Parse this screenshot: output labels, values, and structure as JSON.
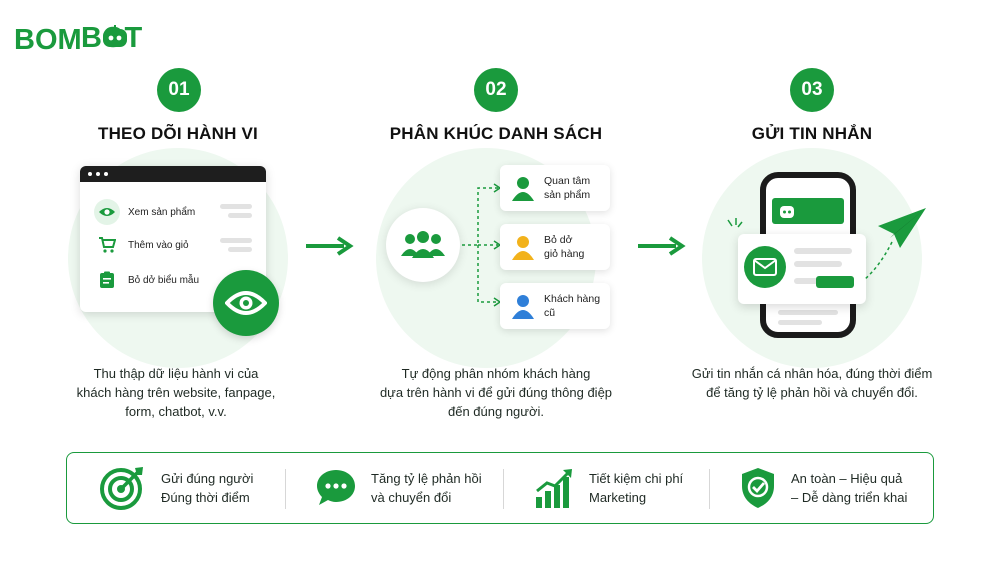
{
  "logo": {
    "text_left": "BOM",
    "text_right": "BOT"
  },
  "steps": [
    {
      "number": "01",
      "title": "THEO DÕI HÀNH VI",
      "description_lines": [
        "Thu thập dữ liệu hành vi của",
        "khách hàng trên website, fanpage,",
        "form, chatbot, v.v."
      ],
      "events": [
        {
          "icon": "eye-icon",
          "label": "Xem sản phẩm"
        },
        {
          "icon": "cart-icon",
          "label": "Thêm vào giỏ"
        },
        {
          "icon": "form-icon",
          "label": "Bỏ dở biểu mẫu"
        }
      ]
    },
    {
      "number": "02",
      "title": "PHÂN KHÚC DANH SÁCH",
      "description_lines": [
        "Tự động phân nhóm khách hàng",
        "dựa trên hành vi để gửi đúng thông điệp",
        "đến đúng người."
      ],
      "segments": [
        {
          "line1": "Quan tâm",
          "line2": "sản phẩm",
          "color": "#1a9a3d"
        },
        {
          "line1": "Bỏ dở",
          "line2": "giỏ hàng",
          "color": "#f2b21b"
        },
        {
          "line1": "Khách hàng",
          "line2": "cũ",
          "color": "#2f7fd8"
        }
      ]
    },
    {
      "number": "03",
      "title": "GỬI TIN NHẮN",
      "description_lines": [
        "Gửi tin nhắn cá nhân hóa, đúng thời điểm",
        "để tăng tỷ lệ phản hồi và chuyển đổi."
      ]
    }
  ],
  "benefits": [
    {
      "icon": "target-icon",
      "line1": "Gửi đúng người",
      "line2": "Đúng thời điểm"
    },
    {
      "icon": "chat-icon",
      "line1": "Tăng tỷ lệ phản hồi",
      "line2": "và chuyển đổi"
    },
    {
      "icon": "growth-chart-icon",
      "line1": "Tiết kiệm chi phí",
      "line2": "Marketing"
    },
    {
      "icon": "shield-check-icon",
      "line1": "An toàn – Hiệu quả",
      "line2": "– Dễ dàng triển khai"
    }
  ],
  "colors": {
    "brand_green": "#1a9a3d",
    "light_green": "#eef8f0",
    "yellow": "#f2b21b",
    "blue": "#2f7fd8"
  }
}
